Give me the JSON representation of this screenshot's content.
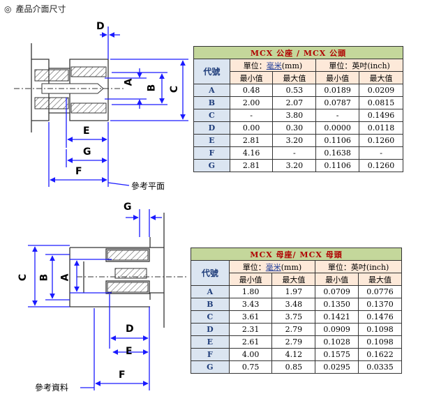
{
  "heading": {
    "bullet": "◎",
    "text": "產品介面尺寸"
  },
  "drawing_top": {
    "dims": {
      "D": "D",
      "A": "A",
      "B": "B",
      "C": "C",
      "E": "E",
      "G": "G",
      "F": "F"
    },
    "reference_label": "參考平面"
  },
  "drawing_bottom": {
    "dims": {
      "G": "G",
      "A": "A",
      "B": "B",
      "C": "C",
      "D": "D",
      "E": "E",
      "F": "F"
    },
    "reference_label": "參考資料"
  },
  "tables": [
    {
      "title": "MCX 公座 / MCX 公頭",
      "code_header": "代號",
      "unit_mm_prefix": "單位：",
      "unit_mm_word": "毫米",
      "unit_mm_suffix": "(mm)",
      "unit_inch": "單位：英吋(inch)",
      "min_label": "最小值",
      "max_label": "最大值",
      "rows": [
        {
          "code": "A",
          "mm_min": "0.48",
          "mm_max": "0.53",
          "in_min": "0.0189",
          "in_max": "0.0209"
        },
        {
          "code": "B",
          "mm_min": "2.00",
          "mm_max": "2.07",
          "in_min": "0.0787",
          "in_max": "0.0815"
        },
        {
          "code": "C",
          "mm_min": "-",
          "mm_max": "3.80",
          "in_min": "-",
          "in_max": "0.1496"
        },
        {
          "code": "D",
          "mm_min": "0.00",
          "mm_max": "0.30",
          "in_min": "0.0000",
          "in_max": "0.0118"
        },
        {
          "code": "E",
          "mm_min": "2.81",
          "mm_max": "3.20",
          "in_min": "0.1106",
          "in_max": "0.1260"
        },
        {
          "code": "F",
          "mm_min": "4.16",
          "mm_max": "-",
          "in_min": "0.1638",
          "in_max": "-"
        },
        {
          "code": "G",
          "mm_min": "2.81",
          "mm_max": "3.20",
          "in_min": "0.1106",
          "in_max": "0.1260"
        }
      ]
    },
    {
      "title": "MCX 母座/ MCX 母頭",
      "code_header": "代號",
      "unit_mm_prefix": "單位：",
      "unit_mm_word": "毫米",
      "unit_mm_suffix": "(mm)",
      "unit_inch": "單位：英吋(inch)",
      "min_label": "最小值",
      "max_label": "最大值",
      "rows": [
        {
          "code": "A",
          "mm_min": "1.80",
          "mm_max": "1.97",
          "in_min": "0.0709",
          "in_max": "0.0776"
        },
        {
          "code": "B",
          "mm_min": "3.43",
          "mm_max": "3.48",
          "in_min": "0.1350",
          "in_max": "0.1370"
        },
        {
          "code": "C",
          "mm_min": "3.61",
          "mm_max": "3.75",
          "in_min": "0.1421",
          "in_max": "0.1476"
        },
        {
          "code": "D",
          "mm_min": "2.31",
          "mm_max": "2.79",
          "in_min": "0.0909",
          "in_max": "0.1098"
        },
        {
          "code": "E",
          "mm_min": "2.61",
          "mm_max": "2.79",
          "in_min": "0.1028",
          "in_max": "0.1098"
        },
        {
          "code": "F",
          "mm_min": "4.00",
          "mm_max": "4.12",
          "in_min": "0.1575",
          "in_max": "0.1622"
        },
        {
          "code": "G",
          "mm_min": "0.75",
          "mm_max": "0.85",
          "in_min": "0.0295",
          "in_max": "0.0335"
        }
      ]
    }
  ],
  "colors": {
    "title_bg": "#c4d79b",
    "title_text": "#b00000",
    "unit_bg": "#fde9d9",
    "code_bg": "#dbe5f1",
    "dimension_blue": "#1a1aff"
  }
}
